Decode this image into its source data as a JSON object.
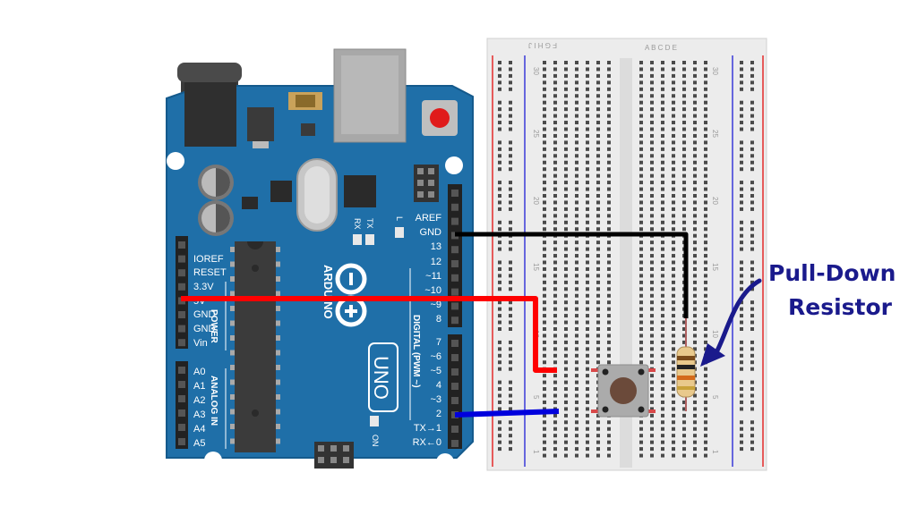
{
  "board": {
    "name": "ARDUINO",
    "model": "UNO",
    "colors": {
      "pcb": "#1f6fa8",
      "pcb_edge": "#155a8c"
    },
    "power_header": {
      "labels": [
        "IOREF",
        "RESET",
        "3.3V",
        "5V",
        "GND",
        "GND",
        "Vin"
      ],
      "section": "POWER"
    },
    "analog_header": {
      "labels": [
        "A0",
        "A1",
        "A2",
        "A3",
        "A4",
        "A5"
      ],
      "section": "ANALOG IN"
    },
    "digital_header_top": {
      "labels": [
        "AREF",
        "GND",
        "13",
        "12",
        "~11",
        "~10",
        "~9",
        "8"
      ]
    },
    "digital_header_bottom": {
      "labels": [
        "7",
        "~6",
        "~5",
        "4",
        "~3",
        "2",
        "TX→1",
        "RX←0"
      ]
    },
    "digital_section": "DIGITAL (PWM ~)",
    "leds": {
      "rx": "RX",
      "tx": "TX",
      "l": "L",
      "on": "ON"
    }
  },
  "breadboard": {
    "row_numbers": [
      "30",
      "25",
      "20",
      "15",
      "10",
      "5",
      "1"
    ],
    "columns_left": "F G H I J",
    "columns_right": "A B C D E"
  },
  "wires": {
    "power": {
      "color": "#ff0000"
    },
    "ground": {
      "color": "#000000"
    },
    "signal": {
      "color": "#0000dd"
    }
  },
  "annotation": {
    "line1": "Pull-Down",
    "line2": "Resistor",
    "color": "#1a1a8c"
  }
}
